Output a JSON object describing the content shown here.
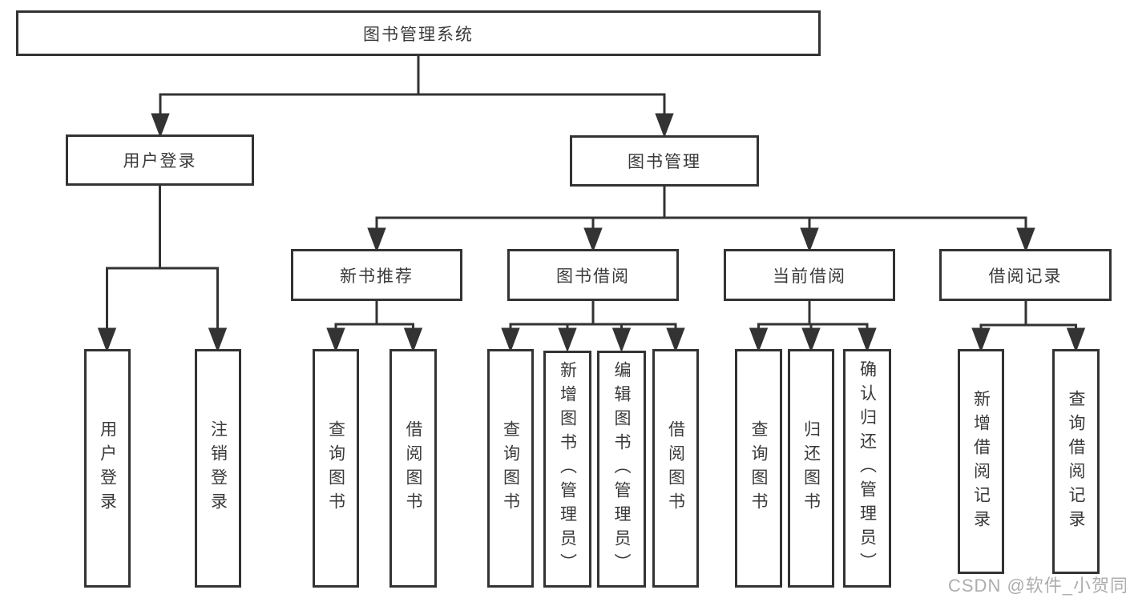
{
  "tree": {
    "root": {
      "label": "图书管理系统"
    },
    "children": [
      {
        "label": "用户登录",
        "children": [
          {
            "label": "用户登录"
          },
          {
            "label": "注销登录"
          }
        ]
      },
      {
        "label": "图书管理",
        "children": [
          {
            "label": "新书推荐",
            "children": [
              {
                "label": "查询图书"
              },
              {
                "label": "借阅图书"
              }
            ]
          },
          {
            "label": "图书借阅",
            "children": [
              {
                "label": "查询图书"
              },
              {
                "label": "新增图书（管理员）"
              },
              {
                "label": "编辑图书（管理员）"
              },
              {
                "label": "借阅图书"
              }
            ]
          },
          {
            "label": "当前借阅",
            "children": [
              {
                "label": "查询图书"
              },
              {
                "label": "归还图书"
              },
              {
                "label": "确认归还（管理员）"
              }
            ]
          },
          {
            "label": "借阅记录",
            "children": [
              {
                "label": "新增借阅记录"
              },
              {
                "label": "查询借阅记录"
              }
            ]
          }
        ]
      }
    ]
  },
  "watermark": {
    "text": "CSDN @软件_小贺同学"
  },
  "colors": {
    "background": "#ffffff",
    "line": "#333333",
    "node_border": "#333333",
    "node_text": "#3a3a3a",
    "watermark_text": "#adadad"
  }
}
